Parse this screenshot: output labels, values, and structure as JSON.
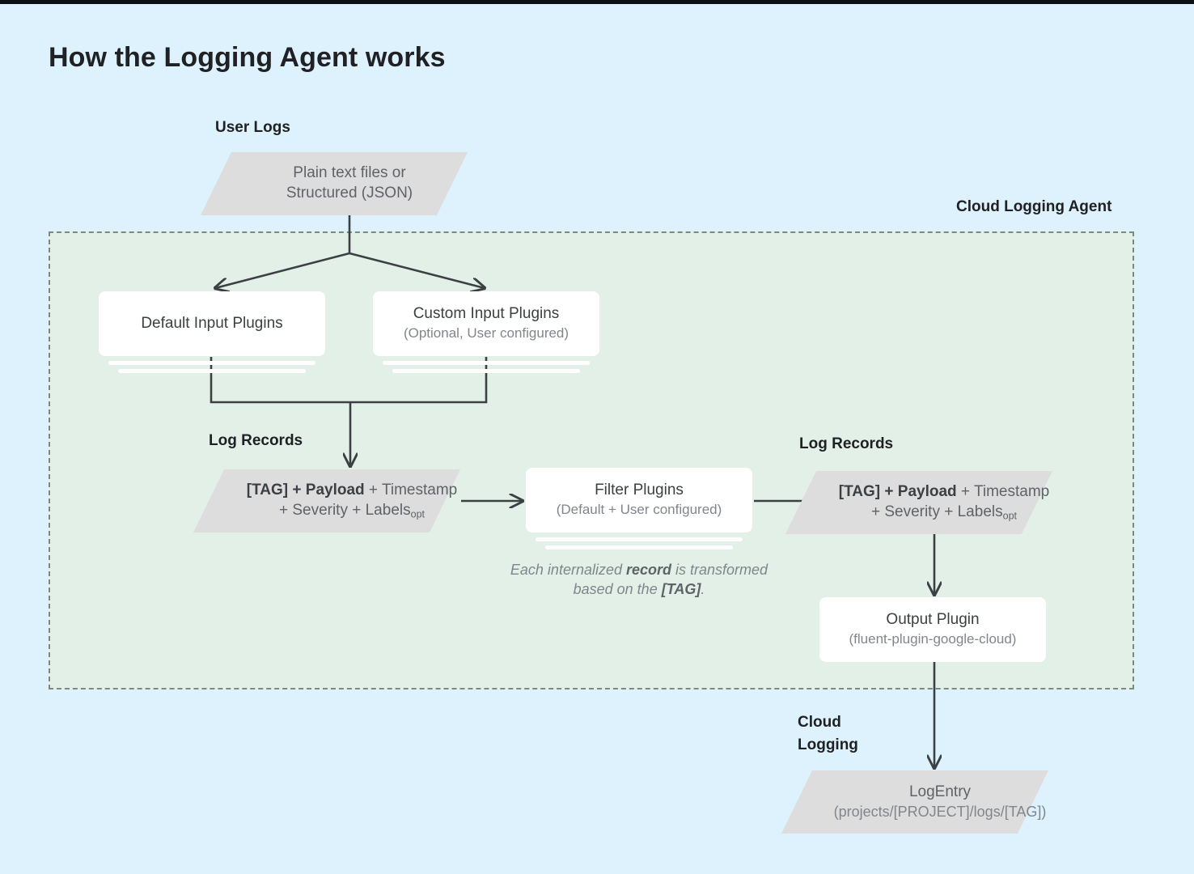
{
  "page": {
    "title": "How the Logging Agent works",
    "background_color": "#ddf2fc",
    "agent_panel_color": "#e2f0e8",
    "node_fill_color": "#dedddd",
    "card_color": "#ffffff",
    "connector_color": "#3c4043"
  },
  "captions": {
    "user_logs": "User Logs",
    "cloud_logging_agent": "Cloud Logging Agent",
    "log_records_left": "Log Records",
    "log_records_right": "Log Records",
    "cloud_logging": "Cloud\nLogging"
  },
  "nodes": {
    "source": {
      "shape": "parallelogram",
      "line1": "Plain text files or",
      "line2": "Structured (JSON)"
    },
    "default_input_plugins": {
      "shape": "card-stack",
      "title": "Default Input Plugins",
      "subtitle": ""
    },
    "custom_input_plugins": {
      "shape": "card-stack",
      "title": "Custom Input Plugins",
      "subtitle": "(Optional, User configured)"
    },
    "log_record_left": {
      "shape": "parallelogram",
      "line1_bold": "[TAG] + Payload",
      "line1_rest": " + Timestamp",
      "line2": "+ Severity + Labels",
      "line2_sub": "opt"
    },
    "filter_plugins": {
      "shape": "card-stack",
      "title": "Filter Plugins",
      "subtitle": "(Default + User configured)"
    },
    "log_record_right": {
      "shape": "parallelogram",
      "line1_bold": "[TAG] + Payload",
      "line1_rest": " + Timestamp",
      "line2": "+ Severity + Labels",
      "line2_sub": "opt"
    },
    "output_plugin": {
      "shape": "card",
      "title": "Output Plugin",
      "subtitle": "(fluent-plugin-google-cloud)"
    },
    "log_entry": {
      "shape": "parallelogram",
      "line1": "LogEntry",
      "line2": "(projects/[PROJECT]/logs/[TAG])"
    }
  },
  "notes": {
    "transform_prefix": "Each internalized ",
    "transform_bold1": "record",
    "transform_mid": " is transformed based on the ",
    "transform_bold2": "[TAG]",
    "transform_suffix": "."
  }
}
